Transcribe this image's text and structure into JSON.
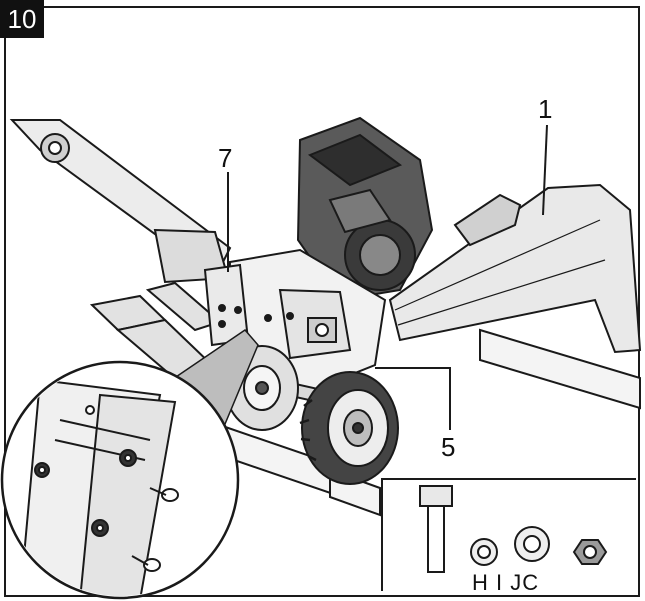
{
  "figure": {
    "number": "10"
  },
  "callouts": {
    "c1": "1",
    "c7": "7",
    "c5": "5"
  },
  "inset": {
    "parts_label": "H I JC"
  },
  "colors": {
    "line": "#1a1a1a",
    "fill_light": "#e6e6e6",
    "fill_mid": "#bdbdbd",
    "fill_dark": "#555555"
  }
}
